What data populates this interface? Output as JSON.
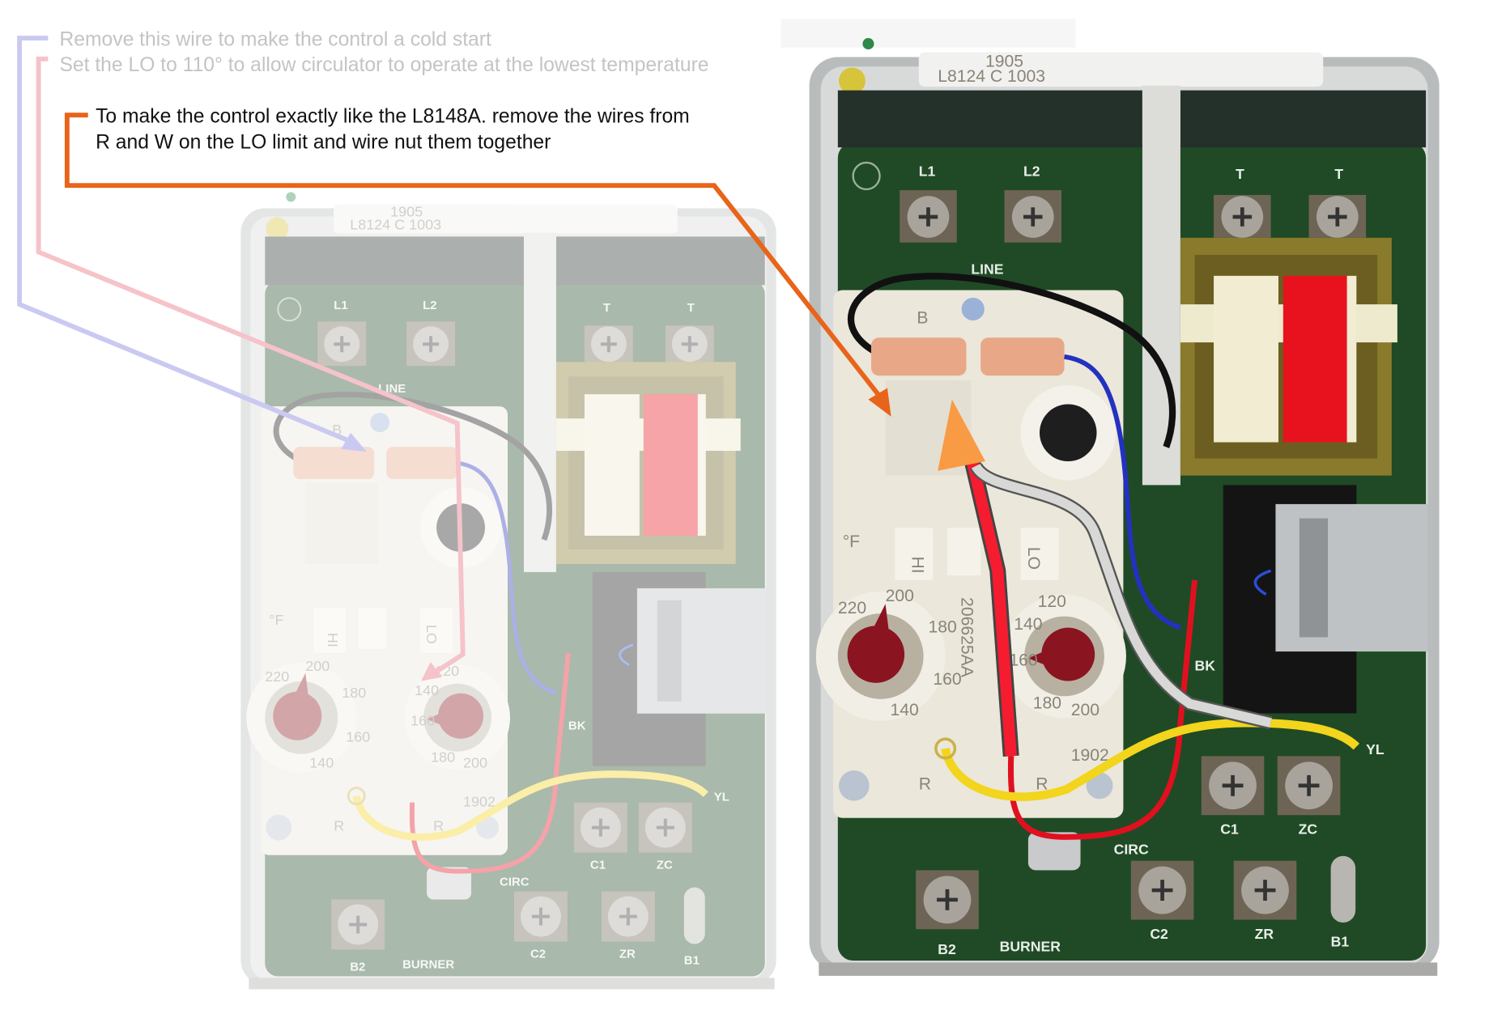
{
  "annotations": {
    "cold_start_note": "Remove this wire to make the control a cold start",
    "lo_setting_note": "Set the LO to 110° to allow circulator to operate at the lowest temperature",
    "l8148a_note_line1": "To make the control exactly like the L8148A. remove the wires from",
    "l8148a_note_line2": "R and W on the LO limit and wire nut them together"
  },
  "device_labels": {
    "model_code": "1905",
    "label_strip": "L8124 C 1003",
    "l1": "L1",
    "l2": "L2",
    "t1": "T",
    "t2": "T",
    "line": "LINE",
    "b": "B",
    "hi": "HI",
    "lo": "LO",
    "deg_f": "°F",
    "part_number": "206625AA",
    "r1": "R",
    "r2": "R",
    "code_1902": "1902",
    "yl": "YL",
    "bk": "BK",
    "c1": "C1",
    "zc": "ZC",
    "circ": "CIRC",
    "c2": "C2",
    "zr": "ZR",
    "b1": "B1",
    "b2": "B2",
    "burner": "BURNER",
    "hi_dial_marks": [
      "220",
      "200",
      "180",
      "160",
      "140"
    ],
    "lo_dial_marks": [
      "120",
      "140",
      "160",
      "180",
      "200"
    ]
  },
  "colors": {
    "blue_annotation": "#c9c9f2",
    "pink_annotation": "#f5c3c9",
    "orange_annotation": "#e8641a",
    "red_wire": "#f0182a",
    "yellow_wire": "#f2d51c",
    "pcb_green": "#1f4a25"
  }
}
